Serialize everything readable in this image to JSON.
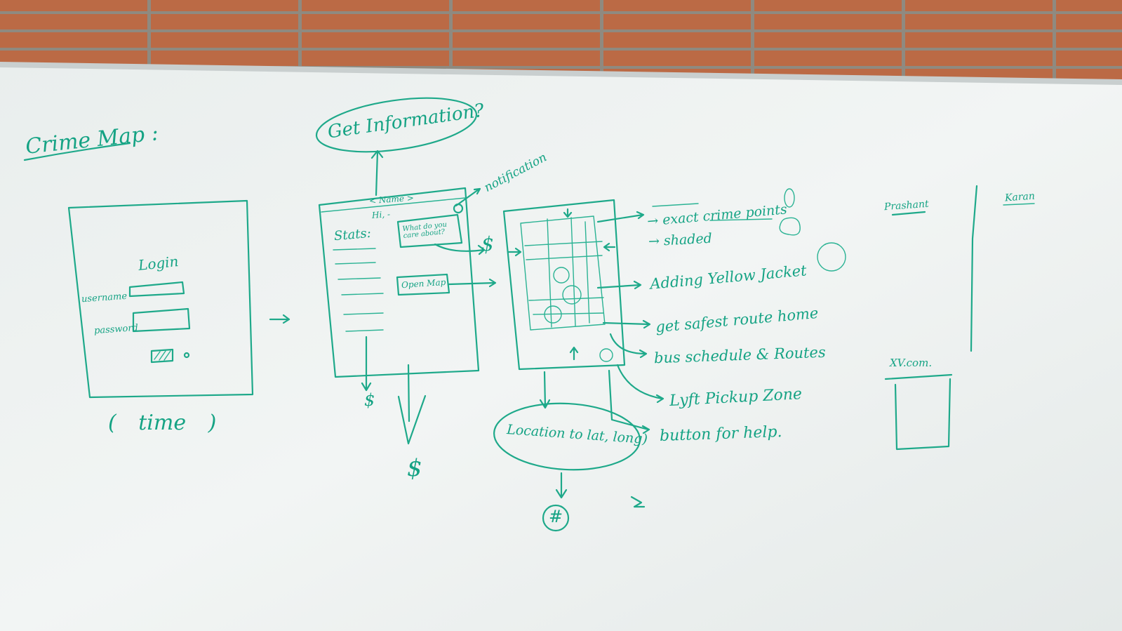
{
  "board": {
    "title": "Crime Map :",
    "login_label": "Login",
    "username_label": "username",
    "password_label": "password",
    "time_label": "( time )",
    "get_info": "Get Information?",
    "notification": "notification",
    "name_header": "< Name >",
    "hi_label": "Hi, -",
    "stats_label": "Stats:",
    "what_do_you": "What do you care about?",
    "open_map": "Open Map",
    "dollar": "$",
    "exact_crime_points": "→ exact crime points",
    "shaded": "→ shaded",
    "yellow_jacket": "Adding Yellow Jacket",
    "safest_route": "get safest route home",
    "bus_schedule": "bus schedule & Routes",
    "lyft_zone": "Lyft Pickup Zone",
    "button_help": "button for help.",
    "location_bubble": "Location to lat, long)",
    "hash": "#",
    "prashant": "Prashant",
    "karan": "Karan",
    "xv_com": "XV.com."
  },
  "colors": {
    "board": "#eef2f1",
    "marker": "#1ea98a",
    "brick": "#bb6a45",
    "mortar": "#8f8a80"
  }
}
